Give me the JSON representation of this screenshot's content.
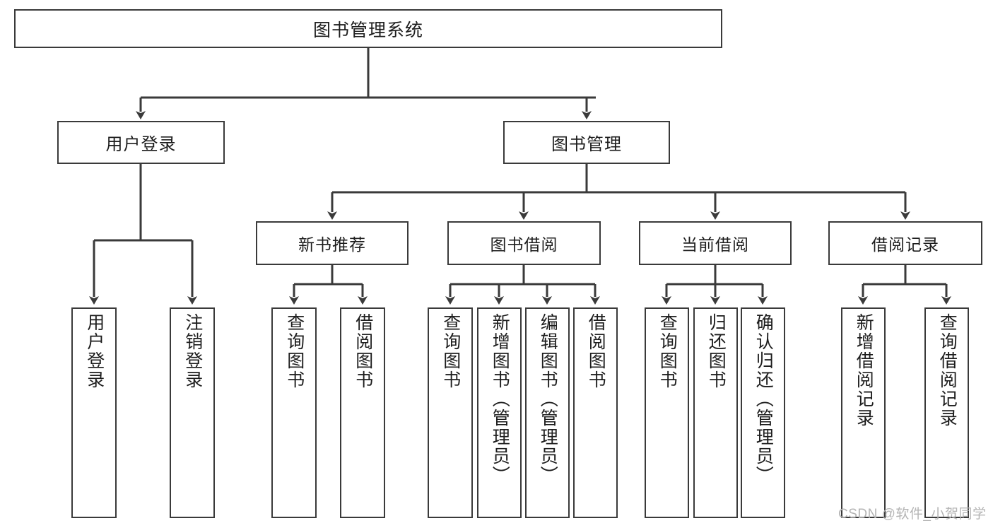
{
  "diagram": {
    "title_node": {
      "label": "图书管理系统"
    },
    "level1": [
      {
        "label": "用户登录"
      },
      {
        "label": "图书管理"
      }
    ],
    "level2": [
      {
        "label": "新书推荐"
      },
      {
        "label": "图书借阅"
      },
      {
        "label": "当前借阅"
      },
      {
        "label": "借阅记录"
      }
    ],
    "leaves": [
      {
        "label": "用户登录"
      },
      {
        "label": "注销登录"
      },
      {
        "label": "查询图书"
      },
      {
        "label": "借阅图书"
      },
      {
        "label": "查询图书"
      },
      {
        "label": "新增图书（管理员）"
      },
      {
        "label": "编辑图书（管理员）"
      },
      {
        "label": "借阅图书"
      },
      {
        "label": "查询图书"
      },
      {
        "label": "归还图书"
      },
      {
        "label": "确认归还（管理员）"
      },
      {
        "label": "新增借阅记录"
      },
      {
        "label": "查询借阅记录"
      }
    ],
    "colors": {
      "stroke": "#3a3a3a",
      "text": "#1d1d1d",
      "background": "#ffffff",
      "watermark": "#b4b4b4"
    }
  },
  "watermark": {
    "text": "CSDN @软件_小贺同学"
  }
}
